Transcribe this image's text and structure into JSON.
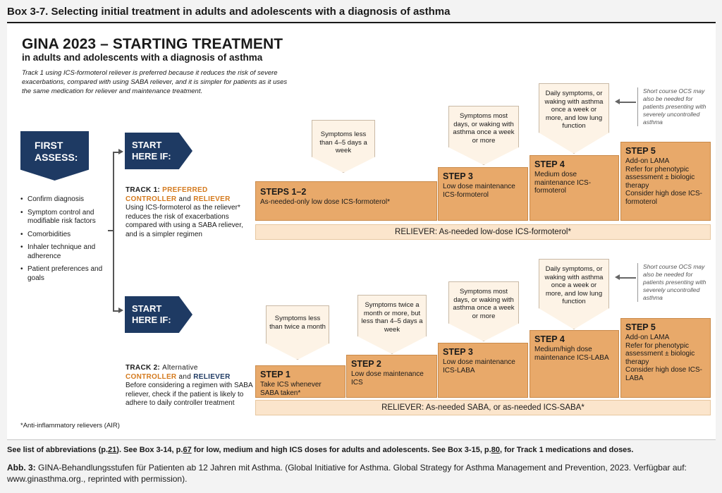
{
  "box_title": "Box 3-7. Selecting initial treatment in adults and adolescents with a diagnosis of asthma",
  "header": {
    "title": "GINA 2023 – STARTING TREATMENT",
    "subtitle": "in adults and adolescents with a diagnosis of asthma",
    "intro": "Track 1 using ICS-formoterol reliever is preferred because it reduces the risk of severe exacerbations, compared with using SABA reliever, and it is simpler for patients as it uses the same medication for reliever and maintenance treatment."
  },
  "assess": {
    "label_line1": "FIRST",
    "label_line2": "ASSESS:",
    "items": [
      "Confirm diagnosis",
      "Symptom control and modifiable risk factors",
      "Comorbidities",
      "Inhaler technique and adherence",
      "Patient preferences and goals"
    ]
  },
  "start_here": {
    "line1": "START",
    "line2": "HERE IF:"
  },
  "track1": {
    "label": "TRACK 1:",
    "preferred": "PREFERRED",
    "controller": "CONTROLLER",
    "and": "and",
    "reliever": "RELIEVER",
    "description": "Using ICS-formoterol as the reliever* reduces the risk of exacerbations compared with using a SABA reliever, and is a simpler regimen",
    "callouts": [
      "Symptoms less than 4–5 days a week",
      "Symptoms most days, or waking with asthma once a week or more",
      "Daily symptoms, or waking with asthma once a week or more, and low lung function"
    ],
    "ocs_note": "Short course OCS may also be needed for patients presenting with severely uncontrolled asthma",
    "steps": [
      {
        "name": "STEPS 1–2",
        "text": "As-needed-only low dose ICS-formoterol*"
      },
      {
        "name": "STEP 3",
        "text": "Low dose maintenance ICS-formoterol"
      },
      {
        "name": "STEP 4",
        "text": "Medium dose maintenance ICS-formoterol"
      },
      {
        "name": "STEP 5",
        "text1": "Add-on LAMA",
        "text2": "Refer for phenotypic assessment ± biologic therapy",
        "text3": "Consider high dose ICS-formoterol"
      }
    ],
    "reliever_bar": "RELIEVER: As-needed low-dose ICS-formoterol*"
  },
  "track2": {
    "label": "TRACK 2:",
    "alternative": "Alternative",
    "controller": "CONTROLLER",
    "and": "and",
    "reliever": "RELIEVER",
    "description": "Before considering a regimen with SABA reliever, check if the patient is likely to adhere to daily controller treatment",
    "callouts": [
      "Symptoms less than twice a month",
      "Symptoms twice a month or more, but less than 4–5 days a week",
      "Symptoms most days, or waking with asthma once a week or more",
      "Daily symptoms, or waking with asthma once a week or more, and low lung function"
    ],
    "ocs_note": "Short course OCS may also be needed for patients presenting with severely uncontrolled asthma",
    "steps": [
      {
        "name": "STEP 1",
        "text": "Take ICS whenever SABA taken*"
      },
      {
        "name": "STEP 2",
        "text": "Low dose maintenance ICS"
      },
      {
        "name": "STEP 3",
        "text": "Low dose maintenance ICS-LABA"
      },
      {
        "name": "STEP 4",
        "text": "Medium/high dose maintenance ICS-LABA"
      },
      {
        "name": "STEP 5",
        "text1": "Add-on LAMA",
        "text2": "Refer for phenotypic assessment ± biologic therapy",
        "text3": "Consider high dose ICS-LABA"
      }
    ],
    "reliever_bar": "RELIEVER: As-needed SABA, or as-needed ICS-SABA*"
  },
  "footnote": "*Anti-inflammatory relievers (AIR)",
  "see_list": {
    "part1": "See list of abbreviations (p.",
    "p1": "21",
    "part2": "). See Box 3-14, p.",
    "p2": "67",
    "part3": " for low, medium and high ICS doses for adults and adolescents. See Box 3-15, p.",
    "p3": "80",
    "part4": ", for Track 1 medications and doses."
  },
  "caption": {
    "label": "Abb. 3:",
    "text": " GINA-Behandlungsstufen für Patienten ab 12 Jahren mit Asthma. (Global Initiative for Asthma. Global Strategy for Asthma Management and Prevention, 2023. Verfügbar auf: www.ginasthma.org., reprinted with permission)."
  },
  "colors": {
    "navy": "#1e3a63",
    "orange_step": "#e8a96a",
    "reliever_bar": "#fbe5cc",
    "preferred_text": "#d47a1e"
  }
}
